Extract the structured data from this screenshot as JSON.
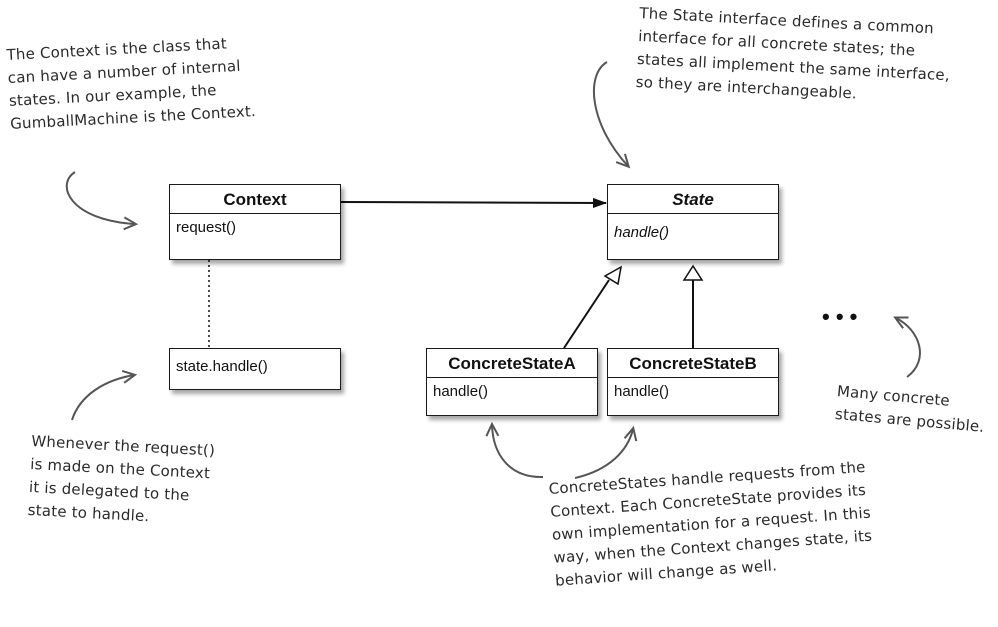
{
  "classes": {
    "context": {
      "name": "Context",
      "method": "request()"
    },
    "state": {
      "name": "State",
      "method": "handle()"
    },
    "delegate_note": {
      "text": "state.handle()"
    },
    "concrete_a": {
      "name": "ConcreteStateA",
      "method": "handle()"
    },
    "concrete_b": {
      "name": "ConcreteStateB",
      "method": "handle()"
    }
  },
  "ellipsis": "• • •",
  "annotations": {
    "context": "The Context is the class that\ncan have a number of internal\nstates.  In our example, the\nGumballMachine is the Context.",
    "state": "The State interface defines a common\ninterface for all concrete states;  the\nstates all implement the same interface,\nso they are interchangeable.",
    "request": "Whenever the request()\nis made on the Context\nit is delegated to the\nstate to handle.",
    "many": "Many concrete\nstates are possible.",
    "concrete": "ConcreteStates handle requests from the\nContext. Each ConcreteState provides its\nown implementation for a request.  In this\nway, when the Context changes state, its\nbehavior will change as well."
  }
}
